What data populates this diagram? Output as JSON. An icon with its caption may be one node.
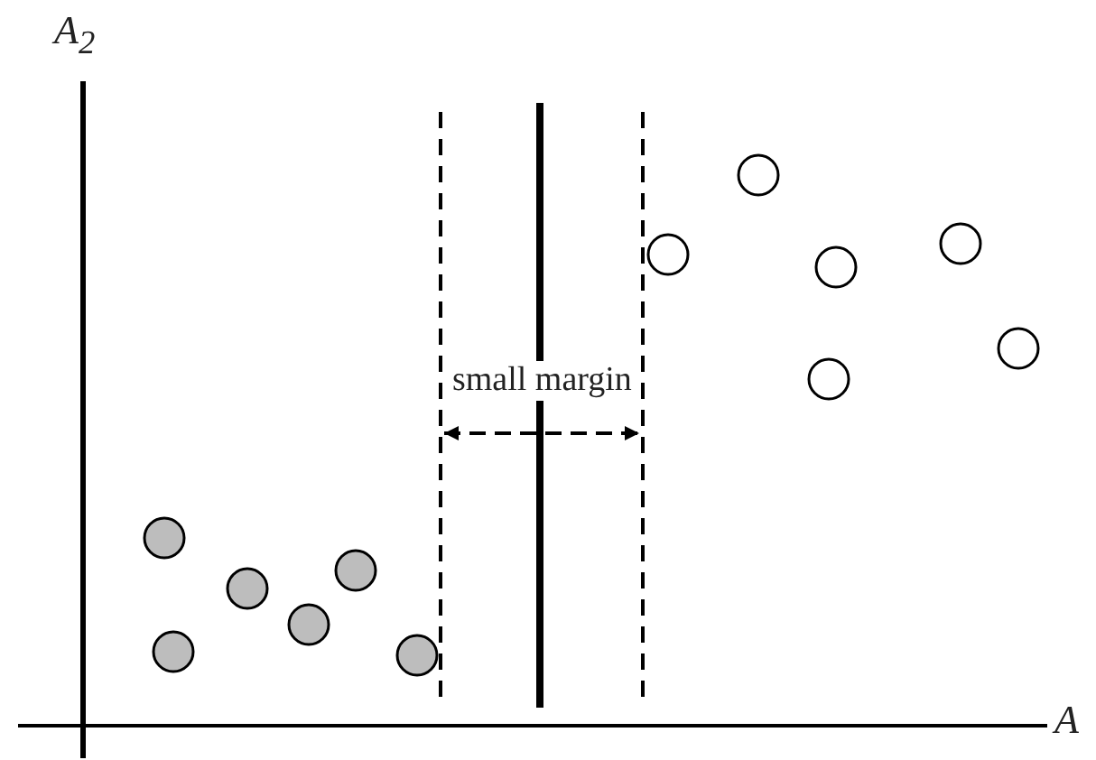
{
  "diagram": {
    "labels": [
      "A$_{2}$",
      "small margin",
      "A"
    ]
  }
}
